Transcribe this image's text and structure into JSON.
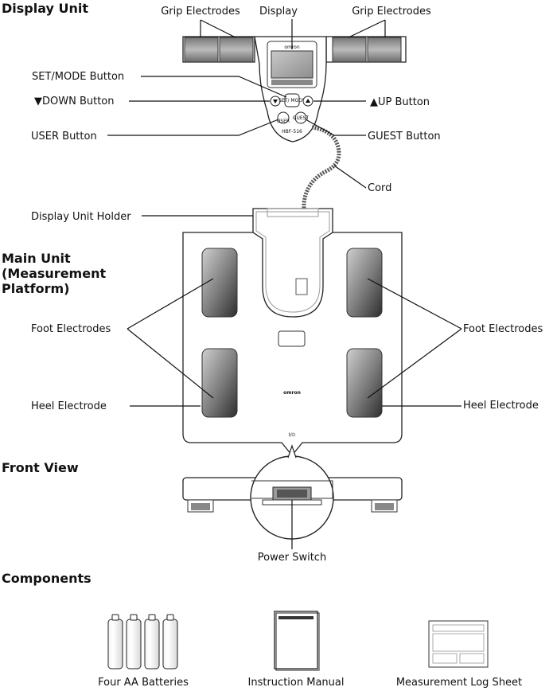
{
  "headings": {
    "display_unit": "Display Unit",
    "main_unit_1": "Main Unit",
    "main_unit_2": "(Measurement",
    "main_unit_3": "Platform)",
    "front_view": "Front View",
    "components": "Components"
  },
  "labels": {
    "grip_left": "Grip Electrodes",
    "display": "Display",
    "grip_right": "Grip Electrodes",
    "set_mode": "SET/MODE Button",
    "down": "▼DOWN Button",
    "up": "▲UP Button",
    "user": "USER Button",
    "guest": "GUEST Button",
    "cord": "Cord",
    "holder": "Display Unit Holder",
    "foot_left": "Foot Electrodes",
    "foot_right": "Foot Electrodes",
    "heel_left": "Heel Electrode",
    "heel_right": "Heel Electrode",
    "power": "Power Switch"
  },
  "device": {
    "brand": "omron",
    "model": "HBF-516",
    "set_button": "SET/ MODE",
    "user_button": "USER",
    "guest_button": "GUEST",
    "power_symbol": "I/⏻"
  },
  "components": {
    "batteries": "Four AA Batteries",
    "manual": "Instruction Manual",
    "log_sheet": "Measurement Log Sheet"
  }
}
